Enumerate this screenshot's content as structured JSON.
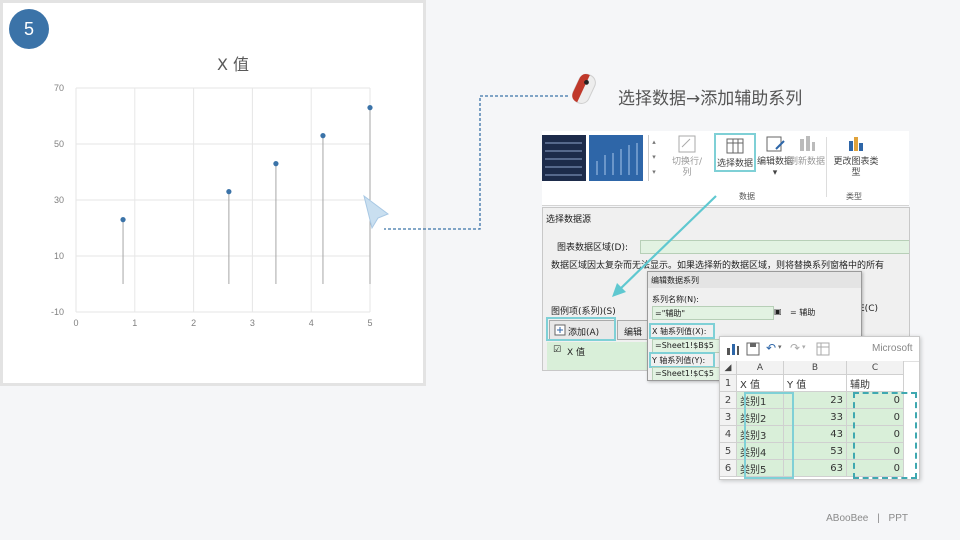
{
  "slide": {
    "number": "5",
    "heading": "选择数据→添加辅助系列",
    "brand": "ABooBee",
    "brand_sep": "|",
    "brand_suffix": "PPT"
  },
  "colors": {
    "accent": "#3b73a8",
    "highlight": "#7fd0d6",
    "connector": "#3b73a8",
    "icon_red": "#c0392b"
  },
  "chart_data": {
    "type": "scatter",
    "title": "X 值",
    "xlabel": "",
    "ylabel": "",
    "xlim": [
      0,
      5
    ],
    "ylim": [
      -10,
      70
    ],
    "x_ticks": [
      0,
      1,
      2,
      3,
      4,
      5
    ],
    "y_ticks": [
      -10,
      10,
      30,
      50,
      70
    ],
    "grid": true,
    "drop_lines": true,
    "points": [
      {
        "x": 0.8,
        "y": 23
      },
      {
        "x": 2.6,
        "y": 33
      },
      {
        "x": 3.4,
        "y": 43
      },
      {
        "x": 4.2,
        "y": 53
      },
      {
        "x": 5.0,
        "y": 63
      }
    ]
  },
  "ribbon": {
    "switch_label": "切换行/列",
    "select_label": "选择数据",
    "edit_label": "编辑数据",
    "edit_arrow": "▾",
    "refresh_label": "刷新数据",
    "change_label": "更改图表类型",
    "group_data": "数据",
    "group_type": "类型"
  },
  "dialog_source": {
    "title": "选择数据源",
    "range_label": "图表数据区域(D):",
    "info": "数据区域因太复杂而无法显示。如果选择新的数据区域，则将替换系列窗格中的所有",
    "legend_label": "图例项(系列)(S)",
    "add_button": "添加(A)",
    "edit_button": "编辑",
    "series_item": "X 值",
    "switch_tail": "E(C)"
  },
  "dialog_edit": {
    "title": "编辑数据系列",
    "name_label": "系列名称(N):",
    "name_value": "=\"辅助\"",
    "name_result": "= 辅助",
    "x_label": "X 轴系列值(X):",
    "x_value": "=Sheet1!$B$5",
    "y_label": "Y 轴系列值(Y):",
    "y_value": "=Sheet1!$C$5"
  },
  "excel": {
    "app_name": "Microsoft",
    "columns": [
      "A",
      "B",
      "C"
    ],
    "rows": [
      {
        "n": "1",
        "a": "X 值",
        "b": "Y 值",
        "c": "辅助"
      },
      {
        "n": "2",
        "a": "类别1",
        "b": "23",
        "c": "0"
      },
      {
        "n": "3",
        "a": "类别2",
        "b": "33",
        "c": "0"
      },
      {
        "n": "4",
        "a": "类别3",
        "b": "43",
        "c": "0"
      },
      {
        "n": "5",
        "a": "类别4",
        "b": "53",
        "c": "0"
      },
      {
        "n": "6",
        "a": "类别5",
        "b": "63",
        "c": "0"
      }
    ]
  }
}
